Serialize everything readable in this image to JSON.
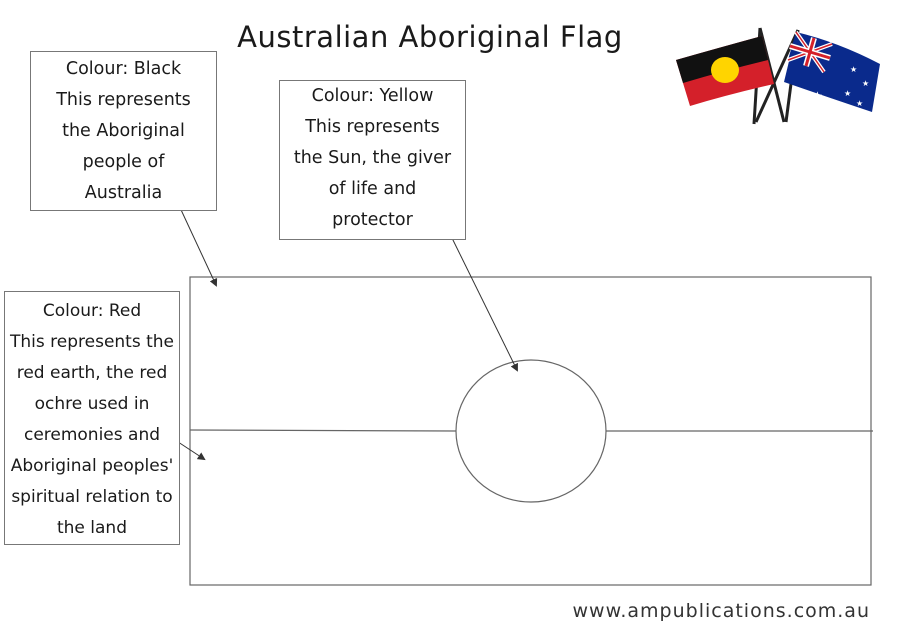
{
  "title": "Australian Aboriginal Flag",
  "callouts": {
    "black": {
      "lines": [
        "Colour: Black",
        "This represents",
        "the Aboriginal",
        "people of",
        "Australia"
      ]
    },
    "yellow": {
      "lines": [
        "Colour: Yellow",
        "This represents",
        "the Sun, the giver",
        "of life and",
        "protector"
      ]
    },
    "red": {
      "lines": [
        "Colour: Red",
        "This represents the",
        "red earth, the red",
        "ochre used in",
        "ceremonies and",
        "Aboriginal peoples'",
        "spiritual relation to",
        "the land"
      ]
    }
  },
  "footer": "www.ampublications.com.au",
  "icons": [
    "aboriginal-flag-icon",
    "australian-flag-icon"
  ],
  "colors": {
    "black": "#111111",
    "red": "#d4202a",
    "yellow": "#ffd400",
    "australia_blue": "#0a2a8c"
  }
}
